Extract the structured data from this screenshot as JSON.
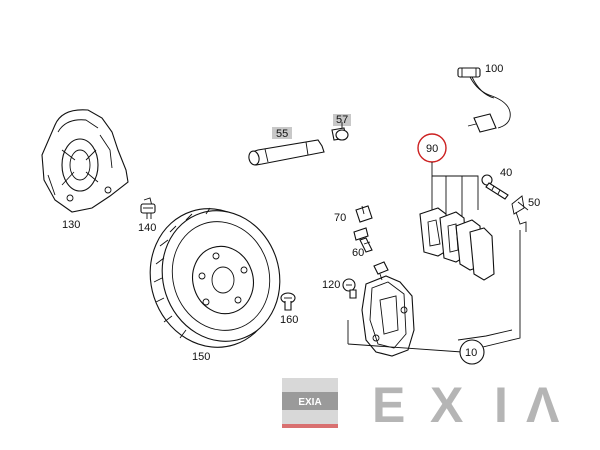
{
  "diagram": {
    "parts": [
      {
        "id": "p130",
        "label": "130",
        "name": "splash-shield"
      },
      {
        "id": "p140",
        "label": "140",
        "name": "bolt"
      },
      {
        "id": "p150",
        "label": "150",
        "name": "brake-disc"
      },
      {
        "id": "p160",
        "label": "160",
        "name": "screw"
      },
      {
        "id": "p55",
        "label": "55",
        "name": "guide-pin",
        "boxed": true
      },
      {
        "id": "p57",
        "label": "57",
        "name": "guide-bolt",
        "boxed": true
      },
      {
        "id": "p100",
        "label": "100",
        "name": "wear-sensor"
      },
      {
        "id": "p90",
        "label": "90",
        "name": "brake-pad-set",
        "highlighted": true
      },
      {
        "id": "p40",
        "label": "40",
        "name": "caliper-bolt"
      },
      {
        "id": "p50",
        "label": "50",
        "name": "spring-clip"
      },
      {
        "id": "p70",
        "label": "70",
        "name": "cap"
      },
      {
        "id": "p60",
        "label": "60",
        "name": "bleeder-valve"
      },
      {
        "id": "p120",
        "label": "120",
        "name": "caliper-mounting-bolt"
      },
      {
        "id": "p10",
        "label": "10",
        "name": "brake-caliper",
        "circled": true
      }
    ],
    "highlight_color": "#cc2020",
    "box_fill": "#c8c8c8"
  },
  "watermark": {
    "logo_text": "EXIA",
    "letters": [
      "E",
      "X",
      "I",
      "Λ"
    ],
    "color": "#b5b5b5"
  }
}
